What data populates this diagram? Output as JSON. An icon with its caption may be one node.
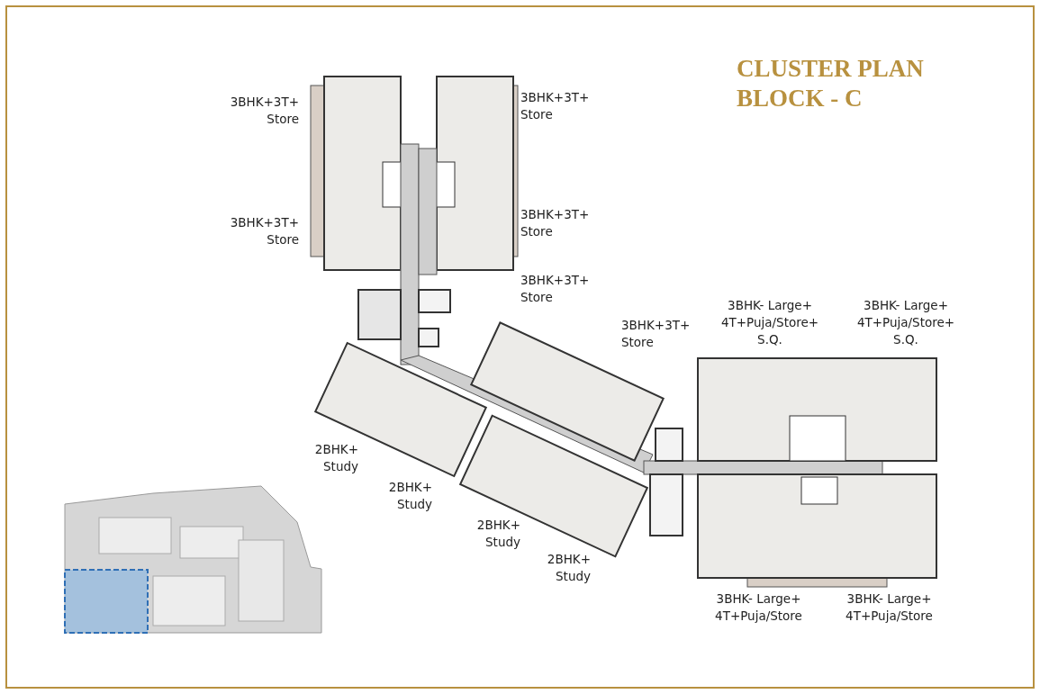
{
  "diagram": {
    "title": "CLUSTER PLAN BLOCK - C",
    "labels": [
      "3BHK+3T+ Store",
      "3BHK+3T+ Store",
      "3BHK+3T+ Store",
      "3BHK+3T+ Store",
      "3BHK+3T+ Store",
      "3BHK- Large+ 4T+Puja/Store+ S.Q.",
      "3BHK- Large+ 4T+Puja/Store+ S.Q.",
      "3BHK+3T+ Store",
      "2BHK+ Study",
      "2BHK+ Study",
      "2BHK+ Study",
      "2BHK+ Study",
      "3BHK- Large+ 4T+Puja/Store",
      "3BHK- Large+ 4T+Puja/Store"
    ]
  }
}
